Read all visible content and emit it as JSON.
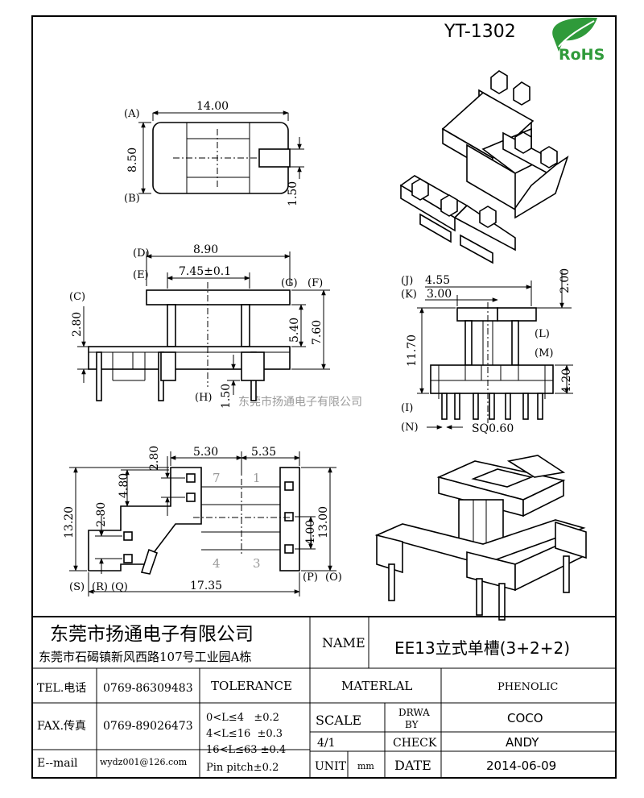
{
  "model": "YT-1302",
  "rohs_logo_text": "RoHS",
  "watermark": "东莞市扬通电子有限公司",
  "top_view": {
    "label_a": "(A)",
    "label_b": "(B)",
    "width_dim": "14.00",
    "height_dim": "8.50",
    "slot_dim": "1.50"
  },
  "front_view": {
    "label_d": "(D)",
    "label_e": "(E)",
    "label_c": "(C)",
    "label_g": "(G)",
    "label_f": "(F)",
    "label_h": "(H)",
    "top_width": "8.90",
    "inner_width": "7.45±0.1",
    "left_height": "2.80",
    "mid_height": "5.40",
    "right_height": "7.60",
    "bottom_height": "1.50"
  },
  "side_view": {
    "label_j": "(J)",
    "label_k": "(K)",
    "label_l": "(L)",
    "label_m": "(M)",
    "label_i": "(I)",
    "label_n": "(N)",
    "dim_j": "4.55",
    "dim_k": "3.00",
    "dim_top": "2.00",
    "dim_total": "11.70",
    "dim_base": "4.20",
    "pin_dim": "SQ0.60"
  },
  "bottom_view": {
    "label_s": "(S)",
    "label_r": "(R)",
    "label_q": "(Q)",
    "label_p": "(P)",
    "label_o": "(O)",
    "dim_left_half": "5.30",
    "dim_right_half": "5.35",
    "dim_total_width": "17.35",
    "dim_overall_height": "13.20",
    "dim_right_height": "13.00",
    "dim_a": "2.80",
    "dim_b": "4.80",
    "dim_c": "2.80",
    "dim_d": "4.00",
    "pin_num_7": "7",
    "pin_num_1": "1",
    "pin_num_4": "4",
    "pin_num_3": "3"
  },
  "title_block": {
    "company_name": "东莞市扬通电子有限公司",
    "company_address": "东莞市石碣镇新风西路107号工业园A栋",
    "name_label": "NAME",
    "name_value": "EE13立式单槽(3+2+2)",
    "tel_label": "TEL.电话",
    "tel_value": "0769-86309483",
    "fax_label": "FAX.传真",
    "fax_value": "0769-89026473",
    "email_label": "E--mail",
    "email_value": "wydz001@126.com",
    "tolerance_label": "TOLERANCE",
    "tolerance_1": "0<L≤4   ±0.2",
    "tolerance_2": "4<L≤16  ±0.3",
    "tolerance_3": "16<L≤63 ±0.4",
    "tolerance_4": "Pin pitch±0.2",
    "material_label": "MATERLAL",
    "material_value": "PHENOLIC",
    "scale_label": "SCALE",
    "scale_value": "4/1",
    "drwa_label_1": "DRWA",
    "drwa_label_2": "BY",
    "drwa_value": "COCO",
    "check_label": "CHECK",
    "check_value": "ANDY",
    "unit_label": "UNIT",
    "unit_value": "mm",
    "date_label": "DATE",
    "date_value": "2014-06-09"
  }
}
